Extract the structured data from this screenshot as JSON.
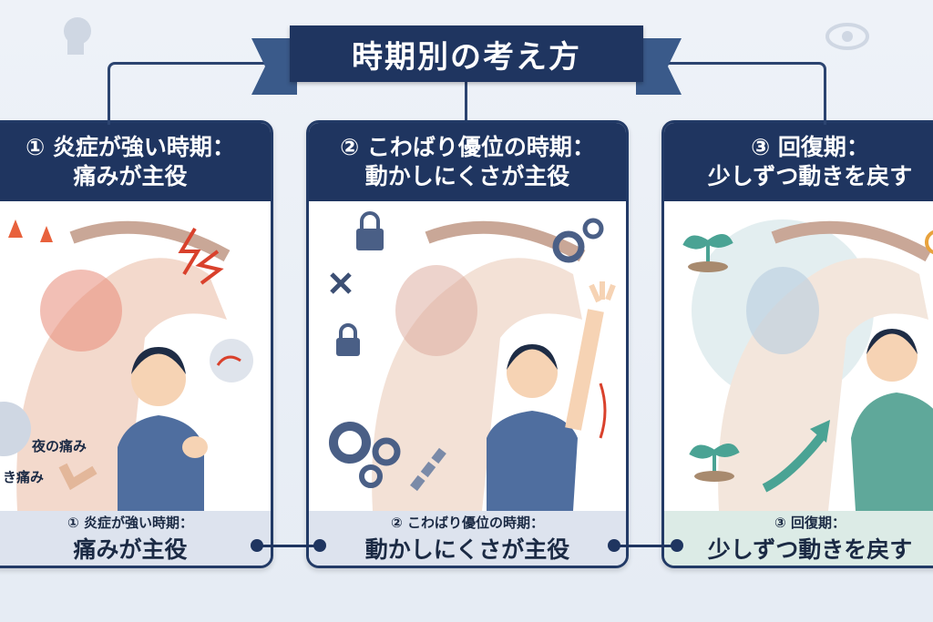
{
  "title": "時期別の考え方",
  "panels": [
    {
      "header_line1": "① 炎症が強い時期：",
      "header_line2": "痛みが主役",
      "footer_line1": "① 炎症が強い時期：",
      "footer_line2": "痛みが主役",
      "image_labels": [
        "夜の痛み",
        "き痛み"
      ],
      "footer_color": "#dde3ee"
    },
    {
      "header_line1": "② こわばり優位の時期：",
      "header_line2": "動かしにくさが主役",
      "footer_line1": "② こわばり優位の時期：",
      "footer_line2": "動かしにくさが主役",
      "footer_color": "#dde3ee"
    },
    {
      "header_line1": "③ 回復期：",
      "header_line2": "少しずつ動きを戻す",
      "footer_line1": "③ 回復期：",
      "footer_line2": "少しずつ動きを戻す",
      "footer_color": "#dcebe6"
    }
  ],
  "colors": {
    "navy": "#1f3560",
    "accent_red": "#d9412c",
    "accent_teal": "#4aa394"
  }
}
